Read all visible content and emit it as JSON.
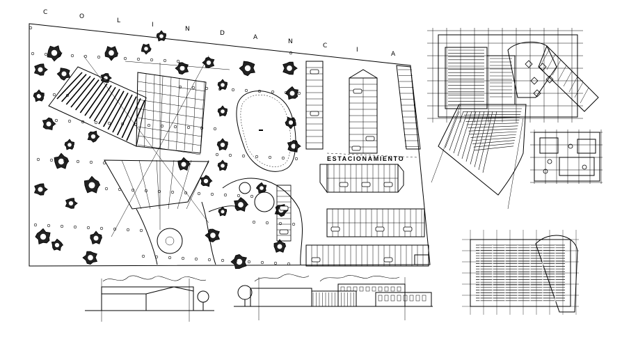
{
  "drawing": {
    "boundary_lettering": [
      "C",
      "O",
      "L",
      "I",
      "N",
      "D",
      "A",
      "N",
      "C",
      "I",
      "A"
    ],
    "parking_label": "ESTACIONAMIENTO"
  },
  "colors": {
    "ink": "#000000",
    "paper": "#ffffff"
  },
  "views": [
    "site-plan",
    "building-floor-plan",
    "building-detail-plan",
    "auditorium-seating-plan",
    "front-elevation",
    "long-elevation"
  ]
}
